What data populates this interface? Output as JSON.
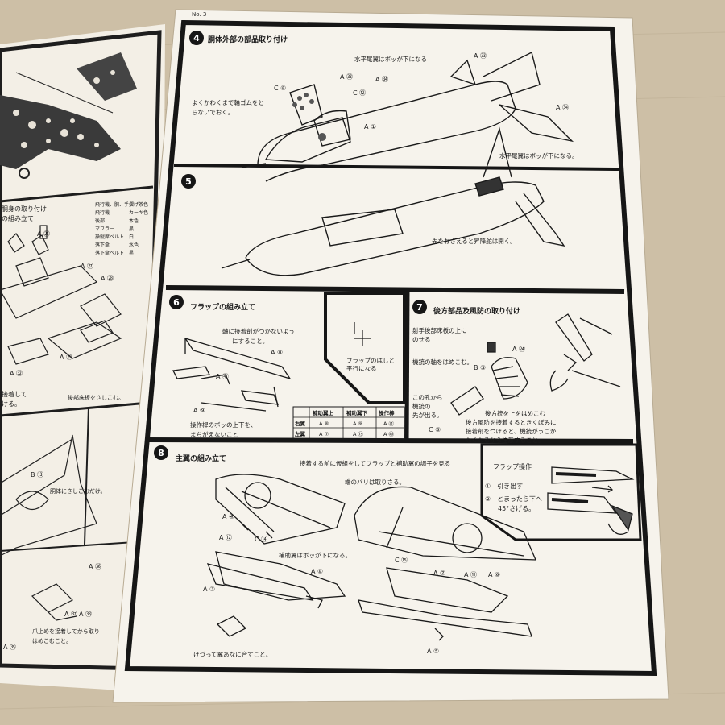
{
  "sheet": {
    "page_no": "No. 3",
    "steps": [
      {
        "num": "4",
        "title": "胴体外部の部品取り付け",
        "notes": [
          "よくかわくまで輪ゴムをと",
          "らないでおく。",
          "水平尾翼はボッが下になる"
        ],
        "parts": [
          "A ㉝",
          "A ㉞",
          "A ㉞",
          "C ⑧",
          "C ⑫",
          "A ①"
        ]
      },
      {
        "num": "5",
        "title": "",
        "notes": [
          "水平尾翼はボッが下になる。",
          "先をおさえると昇降舵は開く。"
        ],
        "parts": []
      },
      {
        "num": "6",
        "title": "フラップの組み立て",
        "notes": [
          "軸に接着剤がつかないよう",
          "にすること。",
          "フラップのはしと",
          "平行になる",
          "操作桿のボッの上下を、",
          "まちがえないこと"
        ],
        "parts": [
          "A ⑧",
          "A ㊶",
          "A ⑨"
        ],
        "table": {
          "headers": [
            "",
            "補助翼上",
            "補助翼下",
            "操作棒"
          ],
          "rows": [
            [
              "右翼",
              "A ⑧",
              "A ⑨",
              "A ㊶"
            ],
            [
              "左翼",
              "A ⑦",
              "A ⑬",
              "A ㊵"
            ]
          ]
        }
      },
      {
        "num": "7",
        "title": "後方部品及風防の取り付け",
        "notes": [
          "射手後部床板の上に",
          "のせる",
          "機銃の軸をはめこむ。",
          "この孔から",
          "機銃の",
          "先が出る。",
          "後方銃を上をはめこむ",
          "後方風防を接着するときくぼみに",
          "接着剤をつけると、機銃がうごか",
          "なくなるから注意すること。"
        ],
        "parts": [
          "A ㉔",
          "B ③",
          "C ⑥"
        ]
      },
      {
        "num": "8",
        "title": "主翼の組み立て",
        "notes": [
          "接着する前に仮組をしてフラップと補助翼の調子を見る",
          "端のバリは取りさる。",
          "補助翼はボッが下になる。",
          "けづって翼あなに合すこと。"
        ],
        "parts": [
          "A ④",
          "C ⑭",
          "A ⑫",
          "A ③",
          "A ⑧",
          "C ⑮",
          "A ⑦",
          "A ⑪",
          "A ⑥",
          "A ⑤"
        ]
      }
    ],
    "flap_box": {
      "title": "フラップ操作",
      "items": [
        "①　引き出す",
        "②　とまったら下へ",
        "45°さげる。"
      ]
    }
  },
  "left_sheet": {
    "notes": [
      "胴身の取り付け",
      "の組み立て",
      "接着して",
      "ける。",
      "後部床板をさしこむ。",
      "胴体にさしこむだけ。",
      "爪止めを接着してから取り",
      "はめこむこと。"
    ],
    "parts": [
      "A ㉖",
      "A ㉗",
      "A ㉘",
      "A ㉜",
      "A ㉟",
      "A ㉙",
      "B ⑬",
      "A ㊱",
      "A ㊲",
      "A ㊳"
    ],
    "legend": [
      "飛行機、胴、手摺",
      "飛行機",
      "後部",
      "マフラー",
      "操縦席ベルト",
      "落下傘",
      "落下傘ベルト"
    ],
    "legend_colors": [
      "こげ茶色",
      "カーキ色",
      "木色",
      "黒",
      "白",
      "水色",
      "黒"
    ]
  }
}
